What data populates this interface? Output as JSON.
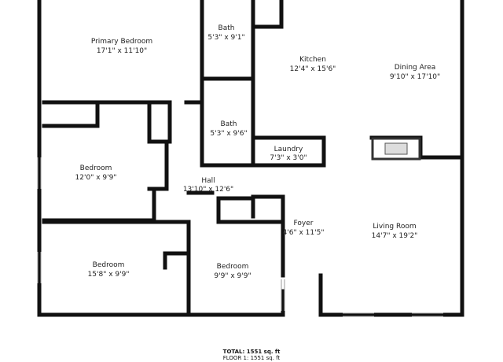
{
  "rooms": [
    {
      "id": "primary-bedroom",
      "name": "Primary Bedroom",
      "dims": "17'1\" x 11'10\""
    },
    {
      "id": "bath-1",
      "name": "Bath",
      "dims": "5'3\" x 9'1\""
    },
    {
      "id": "kitchen",
      "name": "Kitchen",
      "dims": "12'4\" x 15'6\""
    },
    {
      "id": "dining-area",
      "name": "Dining Area",
      "dims": "9'10\" x 17'10\""
    },
    {
      "id": "bath-2",
      "name": "Bath",
      "dims": "5'3\" x 9'6\""
    },
    {
      "id": "laundry",
      "name": "Laundry",
      "dims": "7'3\" x 3'0\""
    },
    {
      "id": "bedroom-1",
      "name": "Bedroom",
      "dims": "12'0\" x 9'9\""
    },
    {
      "id": "hall",
      "name": "Hall",
      "dims": "13'10\" x 12'6\""
    },
    {
      "id": "foyer",
      "name": "Foyer",
      "dims": "4'6\" x 11'5\""
    },
    {
      "id": "living-room",
      "name": "Living Room",
      "dims": "14'7\" x 19'2\""
    },
    {
      "id": "bedroom-2",
      "name": "Bedroom",
      "dims": "15'8\" x 9'9\""
    },
    {
      "id": "bedroom-3",
      "name": "Bedroom",
      "dims": "9'9\" x 9'9\""
    }
  ],
  "totals": {
    "total": "TOTAL: 1551 sq. ft",
    "floor": "FLOOR 1: 1551 sq. ft"
  },
  "colors": {
    "wall": "#111111",
    "fireplace": "#333333"
  }
}
